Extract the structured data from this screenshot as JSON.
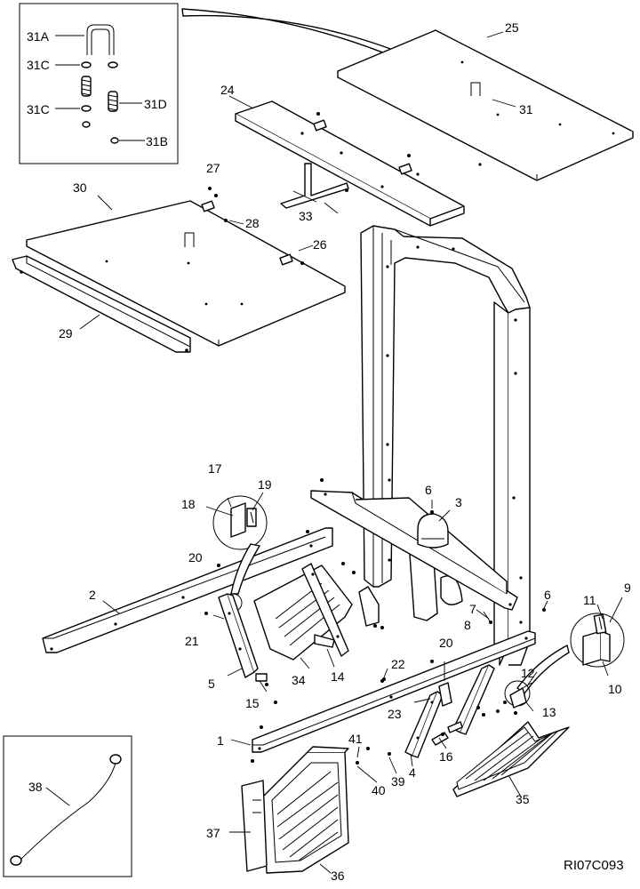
{
  "drawing_code": "RI07C093",
  "callouts": {
    "c1": "1",
    "c2": "2",
    "c3": "3",
    "c4": "4",
    "c5": "5",
    "c6a": "6",
    "c6b": "6",
    "c7": "7",
    "c8": "8",
    "c9": "9",
    "c10": "10",
    "c11": "11",
    "c12": "12",
    "c13": "13",
    "c14": "14",
    "c15": "15",
    "c16": "16",
    "c17": "17",
    "c18": "18",
    "c19": "19",
    "c20a": "20",
    "c20b": "20",
    "c21": "21",
    "c22": "22",
    "c23": "23",
    "c24": "24",
    "c25": "25",
    "c26": "26",
    "c27": "27",
    "c28": "28",
    "c29": "29",
    "c30": "30",
    "c31": "31",
    "c31a": "31A",
    "c31b": "31B",
    "c31c1": "31C",
    "c31c2": "31C",
    "c31d": "31D",
    "c33": "33",
    "c34": "34",
    "c35": "35",
    "c36": "36",
    "c37": "37",
    "c38": "38",
    "c39": "39",
    "c40": "40",
    "c41": "41"
  }
}
